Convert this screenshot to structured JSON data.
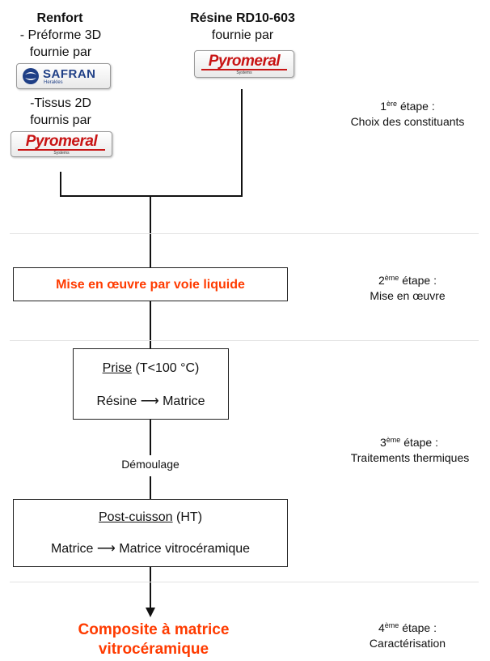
{
  "reinforcement": {
    "title": "Renfort",
    "line1": "- Préforme 3D",
    "line2": "fournie par",
    "line3": "-Tissus 2D",
    "line4": "fournis par"
  },
  "resin": {
    "title": "Résine RD10-603",
    "subtitle": "fournie par"
  },
  "logos": {
    "pyromeral_word": "Pyromeral",
    "pyromeral_sub": "Systems",
    "safran_word": "SAFRAN",
    "safran_sub": "Herakles"
  },
  "stages": {
    "s1": {
      "num": "1",
      "sup": "ère",
      "word": "étape :",
      "desc": "Choix des constituants"
    },
    "s2": {
      "num": "2",
      "sup": "ème",
      "word": "étape :",
      "desc": "Mise en œuvre"
    },
    "s3": {
      "num": "3",
      "sup": "ème",
      "word": "étape :",
      "desc": "Traitements thermiques"
    },
    "s4": {
      "num": "4",
      "sup": "ème",
      "word": "étape :",
      "desc": "Caractérisation"
    }
  },
  "process": {
    "liquid": "Mise en œuvre par voie liquide",
    "prise_label": "Prise",
    "prise_cond": "(T<100 °C)",
    "prise_from": "Résine",
    "prise_to": "Matrice",
    "demold": "Démoulage",
    "post_label": "Post-cuisson",
    "post_cond": "(HT)",
    "post_from": "Matrice",
    "post_to": "Matrice vitrocéramique"
  },
  "result": {
    "line1": "Composite à matrice",
    "line2": "vitrocéramique"
  },
  "colors": {
    "accent": "#ff3b00",
    "logo_red": "#c81414",
    "safran_blue": "#1f3f86"
  }
}
